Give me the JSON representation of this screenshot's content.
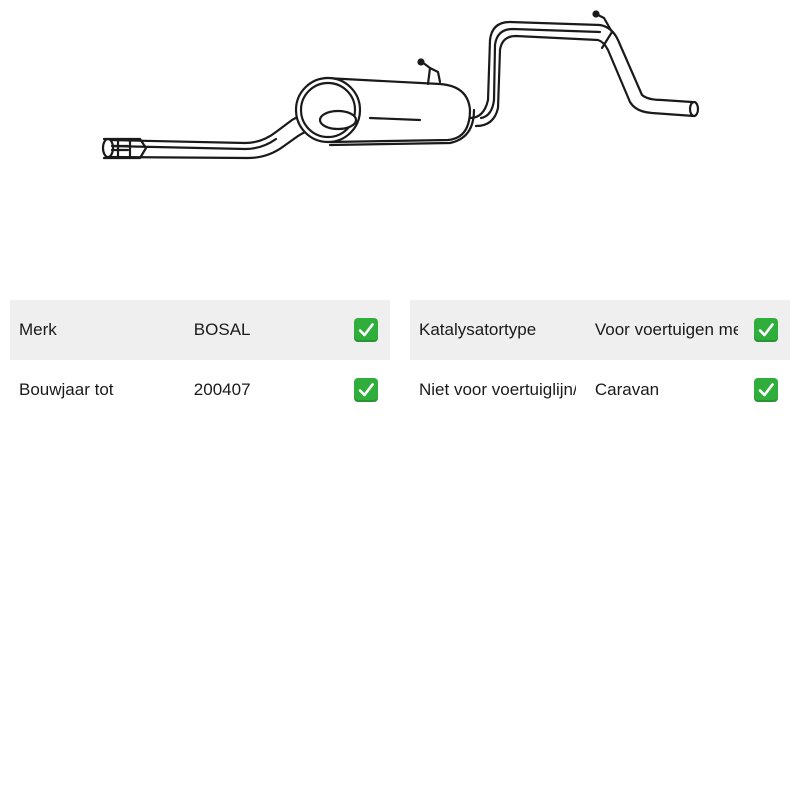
{
  "product": {
    "image_icon": "exhaust-rear-silencer-drawing"
  },
  "specs_left": [
    {
      "label": "Merk",
      "value": "BOSAL",
      "status_icon": "check-mark-icon"
    },
    {
      "label": "Bouwjaar tot",
      "value": "200407",
      "status_icon": "check-mark-icon"
    }
  ],
  "specs_right": [
    {
      "label": "Katalysatortype",
      "value": "Voor voertuigen met katalysator",
      "status_icon": "check-mark-icon"
    },
    {
      "label": "Niet voor voertuiglijn/-variant",
      "value": "Caravan",
      "status_icon": "check-mark-icon"
    }
  ],
  "colors": {
    "row_shade": "#efefef",
    "check_green": "#2fae3c"
  }
}
